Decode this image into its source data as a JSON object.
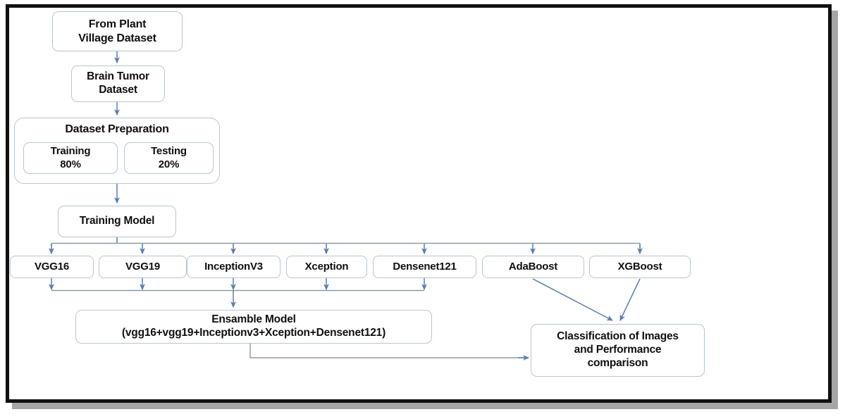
{
  "diagram": {
    "title_nodes": {
      "source": "From Plant\nVillage Dataset",
      "source_line1": "From Plant",
      "source_line2": "Village Dataset",
      "brain_line1": "Brain Tumor",
      "brain_line2": "Dataset",
      "prep_title": "Dataset Preparation",
      "training_line1": "Training",
      "training_line2": "80%",
      "testing_line1": "Testing",
      "testing_line2": "20%",
      "training_model": "Training Model",
      "ensemble_line1": "Ensamble Model",
      "ensemble_line2": "(vgg16+vgg19+Inceptionv3+Xception+Densenet121)",
      "classify_line1": "Classification of Images",
      "classify_line2": "and Performance",
      "classify_line3": "comparison"
    },
    "models": [
      {
        "id": "vgg16",
        "label": "VGG16"
      },
      {
        "id": "vgg19",
        "label": "VGG19"
      },
      {
        "id": "incv3",
        "label": "InceptionV3"
      },
      {
        "id": "xcept",
        "label": "Xception"
      },
      {
        "id": "dense",
        "label": "Densenet121"
      },
      {
        "id": "ada",
        "label": "AdaBoost"
      },
      {
        "id": "xgb",
        "label": "XGBoost"
      }
    ],
    "split": {
      "training_percent": "80%",
      "testing_percent": "20%"
    },
    "colors": {
      "frame_border": "#111111",
      "frame_shadow": "#969696",
      "node_border": "#b9c5d3",
      "node_fill": "#ffffff",
      "arrow": "#5a7fb0",
      "bus_line": "#8c9aa8",
      "text": "#101010"
    },
    "flow": [
      "From Plant Village Dataset -> Brain Tumor Dataset",
      "Brain Tumor Dataset -> Dataset Preparation",
      "Dataset Preparation -> Training Model",
      "Training Model -> VGG16, VGG19, InceptionV3, Xception, Densenet121, AdaBoost, XGBoost",
      "VGG16, VGG19, InceptionV3, Xception, Densenet121 -> Ensamble Model",
      "Ensamble Model -> Classification of Images and Performance comparison",
      "AdaBoost -> Classification of Images and Performance comparison",
      "XGBoost -> Classification of Images and Performance comparison"
    ]
  }
}
